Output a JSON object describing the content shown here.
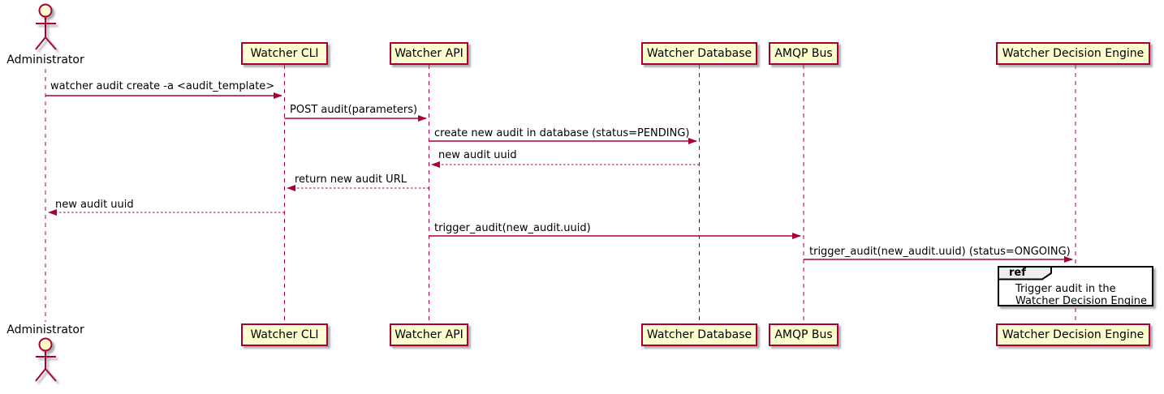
{
  "colors": {
    "participant_fill": "#FEFECE",
    "participant_border": "#A80036",
    "line_color": "#A80036",
    "text_color": "#000000",
    "ref_border": "#000000",
    "ref_header_fill": "#EEEEEE",
    "ref_body_fill": "#FFFFFF"
  },
  "actor": {
    "name": "Administrator"
  },
  "participants": [
    {
      "id": "watcher-cli",
      "label": "Watcher CLI"
    },
    {
      "id": "watcher-api",
      "label": "Watcher API"
    },
    {
      "id": "watcher-database",
      "label": "Watcher Database"
    },
    {
      "id": "amqp-bus",
      "label": "AMQP Bus"
    },
    {
      "id": "watcher-decision-engine",
      "label": "Watcher Decision Engine"
    }
  ],
  "messages": [
    {
      "text": "watcher audit create -a <audit_template>",
      "from": "Administrator",
      "to": "Watcher CLI",
      "line": "solid"
    },
    {
      "text": "POST audit(parameters)",
      "from": "Watcher CLI",
      "to": "Watcher API",
      "line": "solid"
    },
    {
      "text": "create new audit in database (status=PENDING)",
      "from": "Watcher API",
      "to": "Watcher Database",
      "line": "solid"
    },
    {
      "text": "new audit uuid",
      "from": "Watcher Database",
      "to": "Watcher API",
      "line": "dashed"
    },
    {
      "text": "return new audit URL",
      "from": "Watcher API",
      "to": "Watcher CLI",
      "line": "dashed"
    },
    {
      "text": "new audit uuid",
      "from": "Watcher CLI",
      "to": "Administrator",
      "line": "dashed"
    },
    {
      "text": "trigger_audit(new_audit.uuid)",
      "from": "Watcher API",
      "to": "AMQP Bus",
      "line": "solid"
    },
    {
      "text": "trigger_audit(new_audit.uuid) (status=ONGOING)",
      "from": "AMQP Bus",
      "to": "Watcher Decision Engine",
      "line": "solid"
    }
  ],
  "ref": {
    "keyword": "ref",
    "line1": "Trigger audit in the",
    "line2": "Watcher Decision Engine"
  }
}
